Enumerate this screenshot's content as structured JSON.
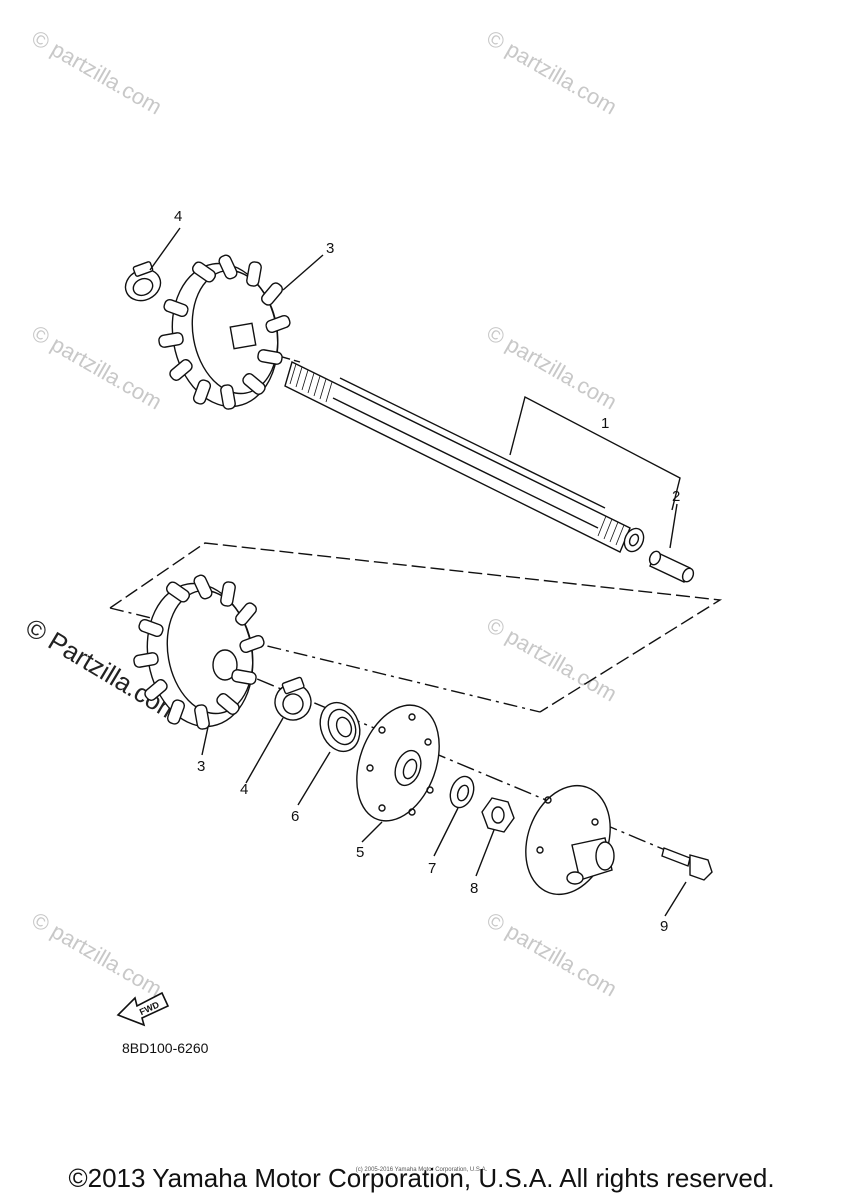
{
  "watermarks": {
    "text": "© partzilla.com",
    "dark_text": "© Partzilla.com"
  },
  "callouts": [
    "1",
    "2",
    "3",
    "4",
    "3",
    "4",
    "6",
    "5",
    "7",
    "8",
    "9"
  ],
  "fwd_label": "FWD",
  "diagram_code": "8BD100-6260",
  "footer": {
    "copyright": "©2013 Yamaha Motor Corporation, U.S.A. All rights reserved.",
    "small_print": "(c) 2005-2016 Yamaha Motor Corporation, U.S.A."
  }
}
